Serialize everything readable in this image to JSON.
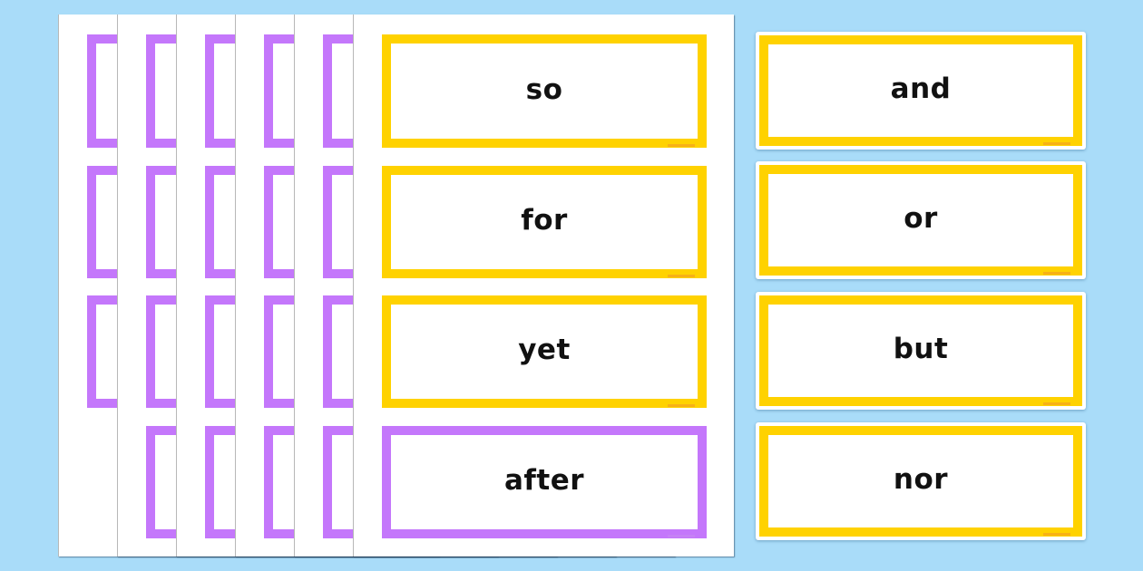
{
  "colors": {
    "background": "#a9dcf9",
    "page": "#ffffff",
    "yellow_border": "#ffd200",
    "purple_border": "#c477fb",
    "text": "#111111"
  },
  "stacked_pages": {
    "back_pages": [
      {
        "index": 1,
        "visible_cards": 3,
        "card_color": "purple"
      },
      {
        "index": 2,
        "visible_cards": 4,
        "card_color": "purple"
      },
      {
        "index": 3,
        "visible_cards": 4,
        "card_color": "purple"
      },
      {
        "index": 4,
        "visible_cards": 4,
        "card_color": "purple"
      },
      {
        "index": 5,
        "visible_cards": 4,
        "card_color": "purple"
      }
    ],
    "front_page": {
      "cards": [
        {
          "word": "so",
          "color": "yellow"
        },
        {
          "word": "for",
          "color": "yellow"
        },
        {
          "word": "yet",
          "color": "yellow"
        },
        {
          "word": "after",
          "color": "purple"
        }
      ]
    }
  },
  "loose_cards": [
    {
      "word": "and",
      "color": "yellow"
    },
    {
      "word": "or",
      "color": "yellow"
    },
    {
      "word": "but",
      "color": "yellow"
    },
    {
      "word": "nor",
      "color": "yellow"
    }
  ]
}
